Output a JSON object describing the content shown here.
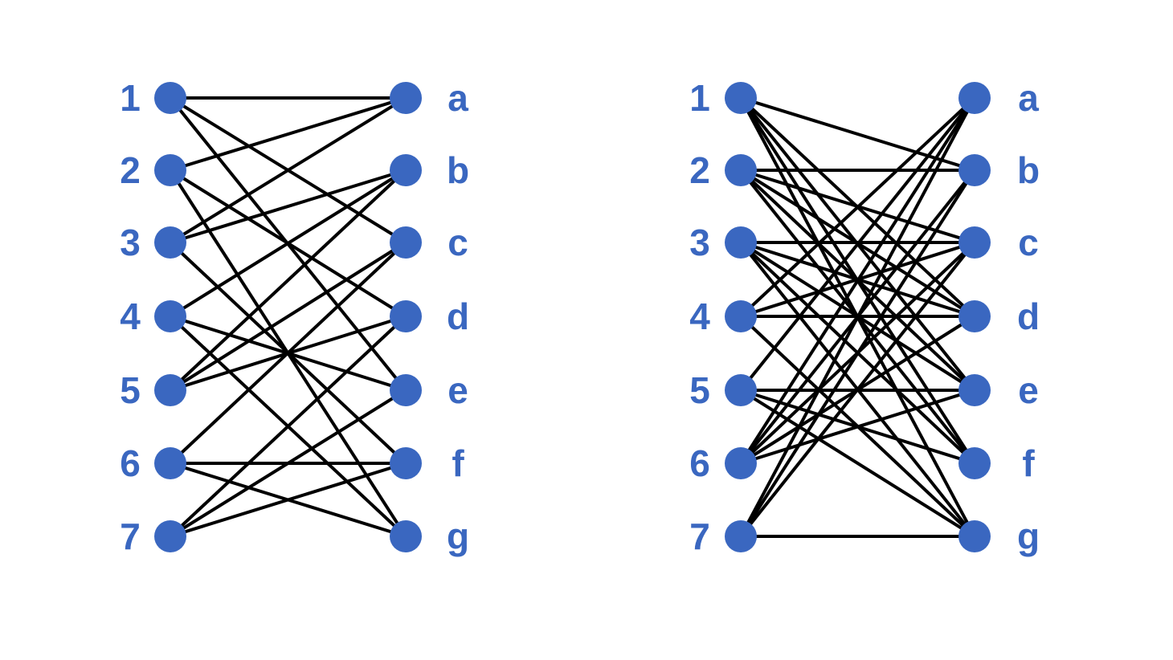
{
  "colors": {
    "node": "#3a67c0",
    "label": "#3a67c0",
    "edge": "#000000",
    "background": "#ffffff"
  },
  "graphs": [
    {
      "left_nodes": [
        "1",
        "2",
        "3",
        "4",
        "5",
        "6",
        "7"
      ],
      "right_nodes": [
        "a",
        "b",
        "c",
        "d",
        "e",
        "f",
        "g"
      ],
      "edges": [
        [
          "1",
          "a"
        ],
        [
          "1",
          "c"
        ],
        [
          "1",
          "e"
        ],
        [
          "2",
          "a"
        ],
        [
          "2",
          "d"
        ],
        [
          "2",
          "g"
        ],
        [
          "3",
          "a"
        ],
        [
          "3",
          "b"
        ],
        [
          "3",
          "f"
        ],
        [
          "4",
          "b"
        ],
        [
          "4",
          "e"
        ],
        [
          "4",
          "g"
        ],
        [
          "5",
          "b"
        ],
        [
          "5",
          "c"
        ],
        [
          "5",
          "d"
        ],
        [
          "6",
          "c"
        ],
        [
          "6",
          "f"
        ],
        [
          "6",
          "g"
        ],
        [
          "7",
          "d"
        ],
        [
          "7",
          "e"
        ],
        [
          "7",
          "f"
        ]
      ]
    },
    {
      "left_nodes": [
        "1",
        "2",
        "3",
        "4",
        "5",
        "6",
        "7"
      ],
      "right_nodes": [
        "a",
        "b",
        "c",
        "d",
        "e",
        "f",
        "g"
      ],
      "edges": [
        [
          "1",
          "b"
        ],
        [
          "1",
          "d"
        ],
        [
          "1",
          "e"
        ],
        [
          "1",
          "f"
        ],
        [
          "1",
          "g"
        ],
        [
          "2",
          "b"
        ],
        [
          "2",
          "c"
        ],
        [
          "2",
          "d"
        ],
        [
          "2",
          "e"
        ],
        [
          "2",
          "f"
        ],
        [
          "3",
          "c"
        ],
        [
          "3",
          "d"
        ],
        [
          "3",
          "e"
        ],
        [
          "3",
          "f"
        ],
        [
          "3",
          "g"
        ],
        [
          "4",
          "a"
        ],
        [
          "4",
          "c"
        ],
        [
          "4",
          "d"
        ],
        [
          "4",
          "g"
        ],
        [
          "5",
          "a"
        ],
        [
          "5",
          "e"
        ],
        [
          "5",
          "f"
        ],
        [
          "5",
          "g"
        ],
        [
          "6",
          "a"
        ],
        [
          "6",
          "b"
        ],
        [
          "6",
          "c"
        ],
        [
          "6",
          "d"
        ],
        [
          "6",
          "e"
        ],
        [
          "7",
          "a"
        ],
        [
          "7",
          "b"
        ],
        [
          "7",
          "c"
        ],
        [
          "7",
          "g"
        ]
      ]
    }
  ]
}
